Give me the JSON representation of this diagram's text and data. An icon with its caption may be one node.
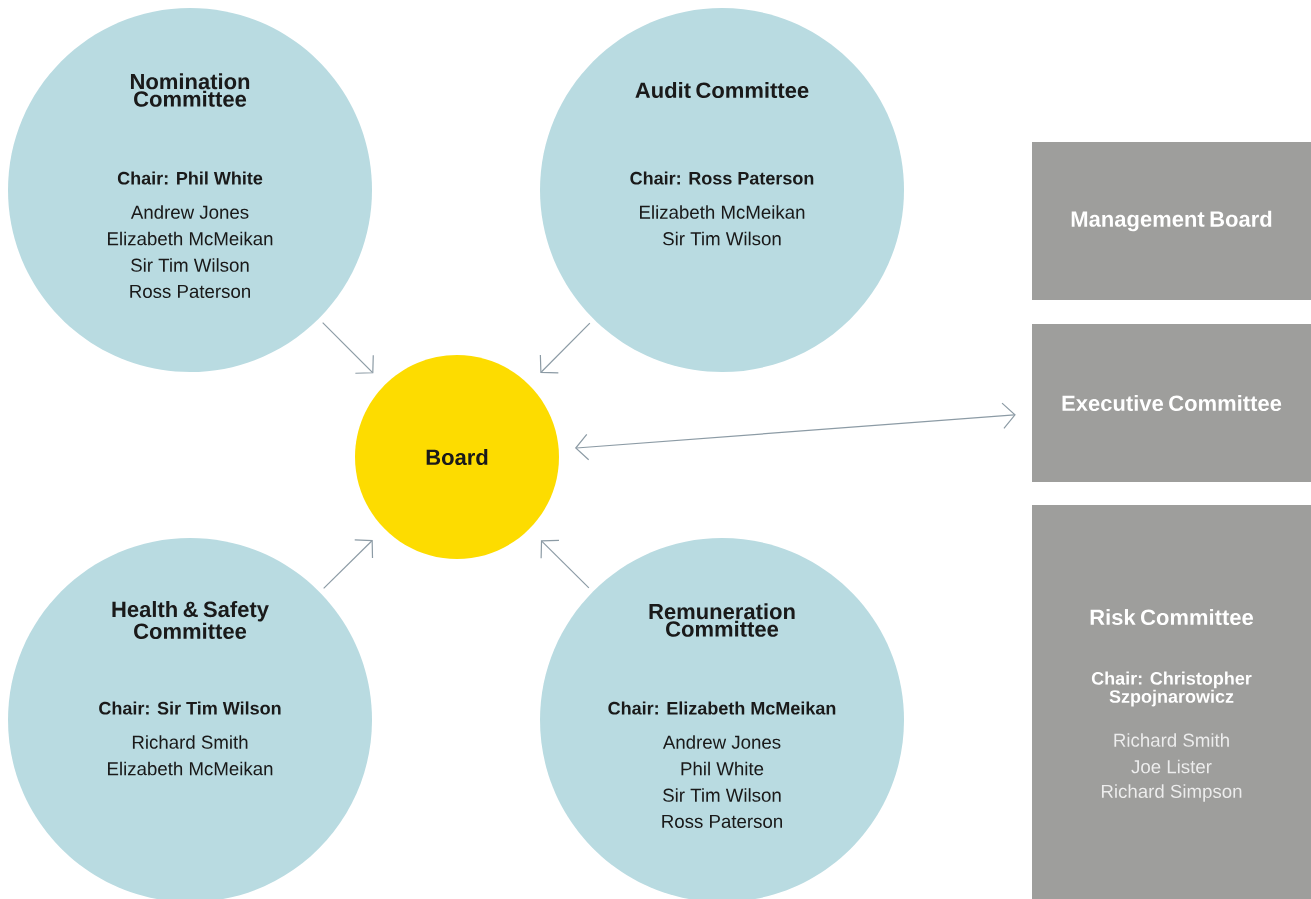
{
  "diagram": {
    "nodes": [
      {
        "text": [
          "Nomination Committee",
          "Chair: Phil White",
          "Andrew Jones",
          "Elizabeth McMeikan",
          "Sir Tim Wilson",
          "Ross Paterson"
        ]
      },
      {
        "text": [
          "Audit Committee",
          "Chair: Ross Paterson",
          "Elizabeth McMeikan",
          "Sir Tim Wilson"
        ]
      },
      {
        "text": [
          "Board"
        ]
      },
      {
        "text": [
          "Management Board"
        ]
      },
      {
        "text": [
          "Executive Committee"
        ]
      },
      {
        "text": [
          "Health & Safety Committee",
          "Chair: Sir Tim Wilson",
          "Richard Smith",
          "Elizabeth McMeikan"
        ]
      },
      {
        "text": [
          "Remuneration Committee",
          "Chair: Elizabeth McMeikan",
          "Andrew Jones",
          "Phil White",
          "Sir Tim Wilson",
          "Ross Paterson"
        ]
      },
      {
        "text": [
          "Risk Committee",
          "Chair: Christopher Szpojnarowicz",
          "Richard Smith",
          "Joe Lister",
          "Richard Simpson"
        ]
      }
    ],
    "edges": [
      {
        "from": 0,
        "to": 2,
        "arrow": "to"
      },
      {
        "from": 1,
        "to": 2,
        "arrow": "to"
      },
      {
        "from": 5,
        "to": 2,
        "arrow": "to"
      },
      {
        "from": 6,
        "to": 2,
        "arrow": "to"
      },
      {
        "from": 2,
        "to": 4,
        "arrow": "both"
      }
    ]
  }
}
